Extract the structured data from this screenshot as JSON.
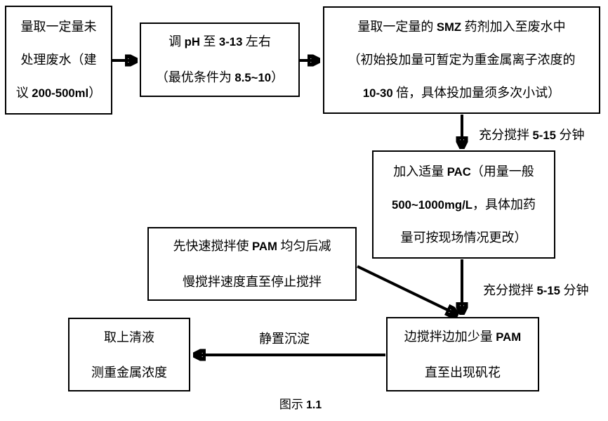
{
  "figure": {
    "caption": "图示 1.1",
    "boxes": {
      "measure_wastewater": {
        "lines": [
          "量取一定量未",
          "处理废水（建",
          "议 200-500ml）"
        ]
      },
      "adjust_ph": {
        "lines": [
          "调 pH 至 3-13 左右",
          "（最优条件为 8.5~10）"
        ]
      },
      "add_smz": {
        "lines": [
          "量取一定量的 SMZ 药剂加入至废水中",
          "（初始投加量可暂定为重金属离子浓度的",
          "10-30 倍，具体投加量须多次小试）"
        ]
      },
      "add_pac": {
        "lines": [
          "加入适量 PAC（用量一般",
          "500~1000mg/L，具体加药",
          "量可按现场情况更改）"
        ]
      },
      "pam_stir_method": {
        "lines": [
          "先快速搅拌使 PAM 均匀后减",
          "慢搅拌速度直至停止搅拌"
        ]
      },
      "add_pam": {
        "lines": [
          "边搅拌边加少量 PAM",
          "直至出现矾花"
        ]
      },
      "take_supernatant": {
        "lines": [
          "取上清液",
          "测重金属浓度"
        ]
      }
    },
    "arrow_labels": {
      "stir_1": "充分搅拌 5-15 分钟",
      "stir_2": "充分搅拌 5-15 分钟",
      "settle": "静置沉淀"
    },
    "colors": {
      "ink": "#000000",
      "background": "#ffffff"
    }
  }
}
